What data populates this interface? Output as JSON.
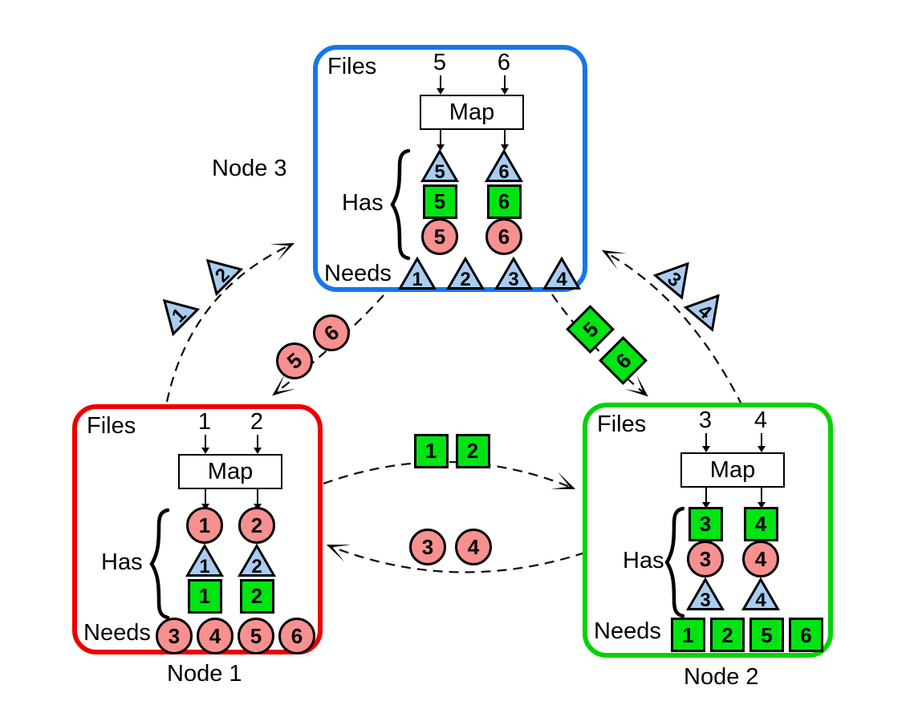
{
  "colors": {
    "triangle_fill": "#a9ccf1",
    "square_fill": "#00e413",
    "circle_fill": "#f89090",
    "outline": "#000000",
    "background": "#ffffff"
  },
  "nodes": [
    {
      "id": "node1",
      "label": "Node 1",
      "border_color": "#ee0000",
      "files_label": "Files",
      "files": [
        "1",
        "2"
      ],
      "map_label": "Map",
      "has_label": "Has",
      "has_rows": [
        {
          "shape": "circle",
          "values": [
            "1",
            "2"
          ]
        },
        {
          "shape": "triangle",
          "values": [
            "1",
            "2"
          ]
        },
        {
          "shape": "square",
          "values": [
            "1",
            "2"
          ]
        }
      ],
      "needs_label": "Needs",
      "needs": [
        {
          "shape": "circle",
          "value": "3"
        },
        {
          "shape": "circle",
          "value": "4"
        },
        {
          "shape": "circle",
          "value": "5"
        },
        {
          "shape": "circle",
          "value": "6"
        }
      ]
    },
    {
      "id": "node2",
      "label": "Node 2",
      "border_color": "#00d400",
      "files_label": "Files",
      "files": [
        "3",
        "4"
      ],
      "map_label": "Map",
      "has_label": "Has",
      "has_rows": [
        {
          "shape": "square",
          "values": [
            "3",
            "4"
          ]
        },
        {
          "shape": "circle",
          "values": [
            "3",
            "4"
          ]
        },
        {
          "shape": "triangle",
          "values": [
            "3",
            "4"
          ]
        }
      ],
      "needs_label": "Needs",
      "needs": [
        {
          "shape": "square",
          "value": "1"
        },
        {
          "shape": "square",
          "value": "2"
        },
        {
          "shape": "square",
          "value": "5"
        },
        {
          "shape": "square",
          "value": "6"
        }
      ]
    },
    {
      "id": "node3",
      "label": "Node 3",
      "border_color": "#1577e8",
      "files_label": "Files",
      "files": [
        "5",
        "6"
      ],
      "map_label": "Map",
      "has_label": "Has",
      "has_rows": [
        {
          "shape": "triangle",
          "values": [
            "5",
            "6"
          ]
        },
        {
          "shape": "square",
          "values": [
            "5",
            "6"
          ]
        },
        {
          "shape": "circle",
          "values": [
            "5",
            "6"
          ]
        }
      ],
      "needs_label": "Needs",
      "needs": [
        {
          "shape": "triangle",
          "value": "1"
        },
        {
          "shape": "triangle",
          "value": "2"
        },
        {
          "shape": "triangle",
          "value": "3"
        },
        {
          "shape": "triangle",
          "value": "4"
        }
      ]
    }
  ],
  "transfers": [
    {
      "name": "node1-to-node3",
      "shapes": [
        {
          "shape": "triangle",
          "value": "1"
        },
        {
          "shape": "triangle",
          "value": "2"
        }
      ]
    },
    {
      "name": "node3-to-node1",
      "shapes": [
        {
          "shape": "circle",
          "value": "5"
        },
        {
          "shape": "circle",
          "value": "6"
        }
      ]
    },
    {
      "name": "node3-to-node2",
      "shapes": [
        {
          "shape": "square",
          "value": "5"
        },
        {
          "shape": "square",
          "value": "6"
        }
      ]
    },
    {
      "name": "node2-to-node3",
      "shapes": [
        {
          "shape": "triangle",
          "value": "3"
        },
        {
          "shape": "triangle",
          "value": "4"
        }
      ]
    },
    {
      "name": "node1-to-node2",
      "shapes": [
        {
          "shape": "square",
          "value": "1"
        },
        {
          "shape": "square",
          "value": "2"
        }
      ]
    },
    {
      "name": "node2-to-node1",
      "shapes": [
        {
          "shape": "circle",
          "value": "3"
        },
        {
          "shape": "circle",
          "value": "4"
        }
      ]
    }
  ]
}
